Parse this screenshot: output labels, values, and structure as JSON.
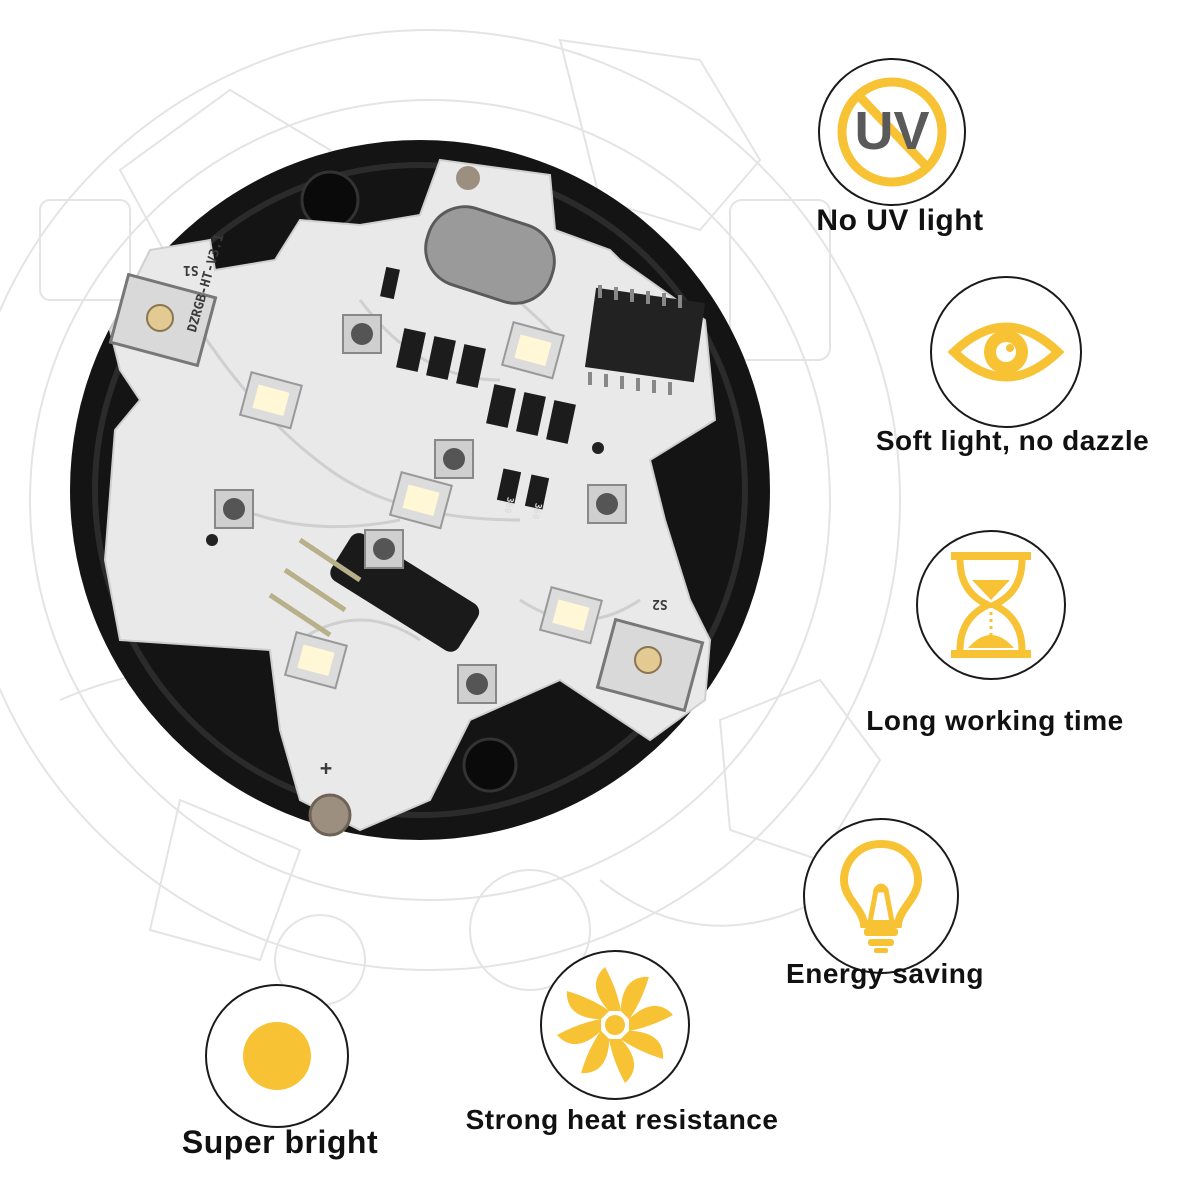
{
  "product_image": {
    "board_marking": "DZRGB-HT-V3.1",
    "switch_1_label": "S1",
    "switch_2_label": "S2",
    "polarity_mark": "+",
    "resistor_marking_1": "360",
    "resistor_marking_2": "360"
  },
  "features": [
    {
      "label": "No UV light",
      "icon": "no-uv-icon",
      "icon_text": "UV"
    },
    {
      "label": "Soft light, no dazzle",
      "icon": "eye-icon"
    },
    {
      "label": "Long working time",
      "icon": "hourglass-icon"
    },
    {
      "label": "Energy saving",
      "icon": "lightbulb-icon"
    },
    {
      "label": "Strong heat resistance",
      "icon": "heat-fan-icon"
    },
    {
      "label": "Super bright",
      "icon": "sun-dot-icon"
    }
  ],
  "colors": {
    "accent_yellow": "#f7c234",
    "icon_grey": "#5a5a5a",
    "pcb_white": "#e9e9e9",
    "housing_black": "#141414",
    "text": "#111111"
  }
}
